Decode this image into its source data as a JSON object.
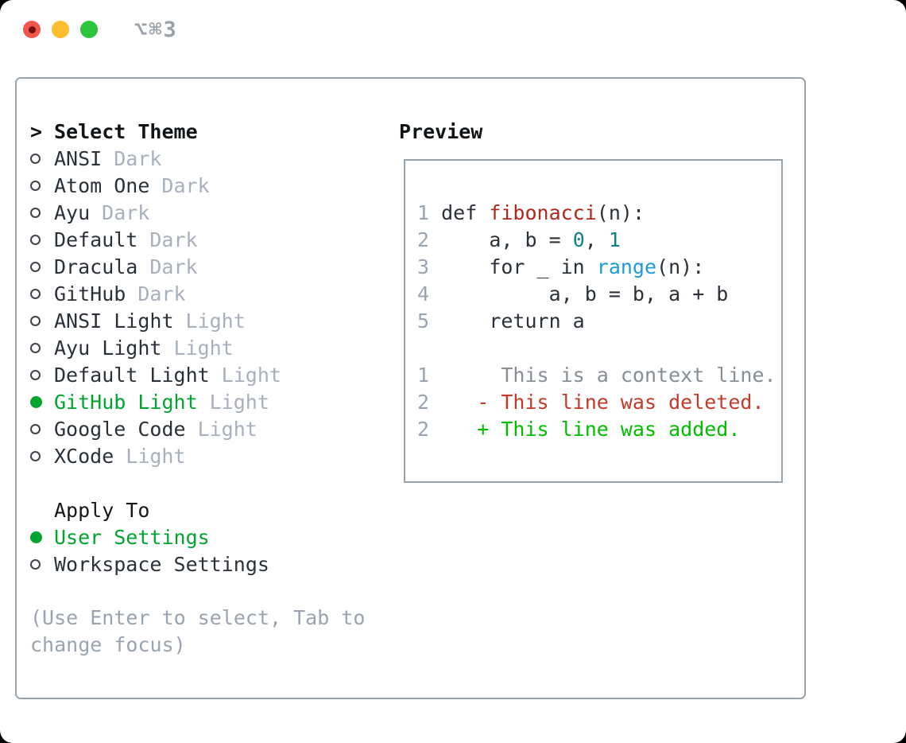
{
  "window": {
    "title": "⌥⌘3"
  },
  "theme_selector": {
    "prompt": ">",
    "title": "Select Theme",
    "items": [
      {
        "name": "ANSI",
        "tag": "Dark",
        "selected": false
      },
      {
        "name": "Atom One",
        "tag": "Dark",
        "selected": false
      },
      {
        "name": "Ayu",
        "tag": "Dark",
        "selected": false
      },
      {
        "name": "Default",
        "tag": "Dark",
        "selected": false
      },
      {
        "name": "Dracula",
        "tag": "Dark",
        "selected": false
      },
      {
        "name": "GitHub",
        "tag": "Dark",
        "selected": false
      },
      {
        "name": "ANSI Light",
        "tag": "Light",
        "selected": false
      },
      {
        "name": "Ayu Light",
        "tag": "Light",
        "selected": false
      },
      {
        "name": "Default Light",
        "tag": "Light",
        "selected": false
      },
      {
        "name": "GitHub Light",
        "tag": "Light",
        "selected": true
      },
      {
        "name": "Google Code",
        "tag": "Light",
        "selected": false
      },
      {
        "name": "XCode",
        "tag": "Light",
        "selected": false
      }
    ]
  },
  "apply_to": {
    "title": "Apply To",
    "options": [
      {
        "label": "User Settings",
        "selected": true
      },
      {
        "label": "Workspace Settings",
        "selected": false
      }
    ]
  },
  "hint": "(Use Enter to select, Tab to change focus)",
  "preview": {
    "title": "Preview",
    "code_lines": [
      {
        "num": "1",
        "segments": [
          [
            "code",
            " def "
          ],
          [
            "func",
            "fibonacci"
          ],
          [
            "code",
            "(n):"
          ]
        ]
      },
      {
        "num": "2",
        "segments": [
          [
            "code",
            "     a, b = "
          ],
          [
            "number",
            "0"
          ],
          [
            "code",
            ", "
          ],
          [
            "number",
            "1"
          ]
        ]
      },
      {
        "num": "3",
        "segments": [
          [
            "code",
            "     for _ in "
          ],
          [
            "builtin",
            "range"
          ],
          [
            "code",
            "(n):"
          ]
        ]
      },
      {
        "num": "4",
        "segments": [
          [
            "code",
            "          a, b = b, a + b"
          ]
        ]
      },
      {
        "num": "5",
        "segments": [
          [
            "code",
            "     return a"
          ]
        ]
      },
      {
        "num": "",
        "segments": []
      },
      {
        "num": "1",
        "segments": [
          [
            "context",
            "      This is a context line."
          ]
        ]
      },
      {
        "num": "2",
        "segments": [
          [
            "deleted",
            "    - This line was deleted."
          ]
        ]
      },
      {
        "num": "2",
        "segments": [
          [
            "added",
            "    + This line was added."
          ]
        ]
      }
    ],
    "colors": {
      "code": "#2b3138",
      "func": "#b1271c",
      "number": "#0e7f8b",
      "builtin": "#1d9bd8",
      "context": "#878e96",
      "deleted": "#c43a28",
      "added": "#00bd00",
      "line_number": "#9aa4b1"
    }
  },
  "ui_colors": {
    "selected_green": "#00a42f",
    "tag_gray": "#a7b0bc",
    "border_gray": "#99a3ac",
    "traffic_red": "#f4554d",
    "traffic_yellow": "#fcbd2f",
    "traffic_green": "#2cc53e"
  }
}
